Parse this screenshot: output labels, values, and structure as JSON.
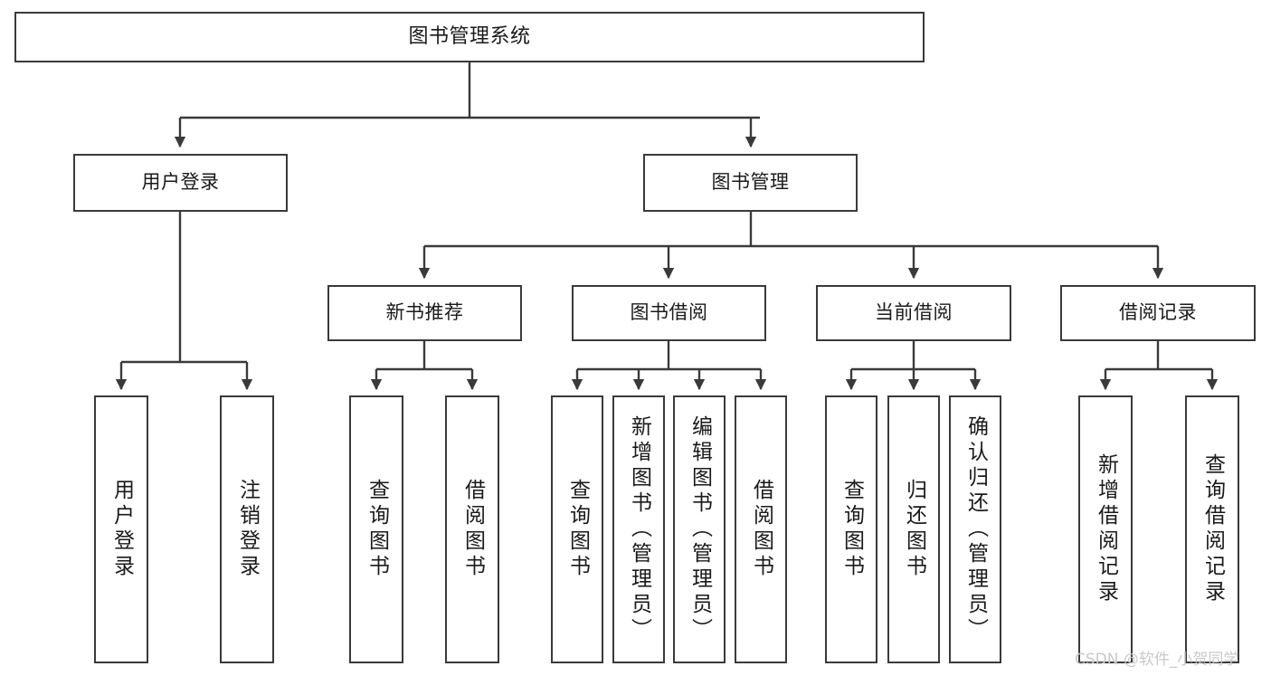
{
  "diagram": {
    "title": "图书管理系统",
    "type": "tree",
    "watermark": "CSDN @软件_小贺同学",
    "accent_border": "#3a3a3a",
    "node_fill": "#ffffff",
    "text_color": "#1a1a1a",
    "watermark_color": "#c9c9c9"
  },
  "nodes": {
    "root": {
      "label": "图书管理系统"
    },
    "level2": [
      {
        "label": "用户登录"
      },
      {
        "label": "图书管理"
      }
    ],
    "level3": [
      {
        "label": "新书推荐"
      },
      {
        "label": "图书借阅"
      },
      {
        "label": "当前借阅"
      },
      {
        "label": "借阅记录"
      }
    ],
    "leaves": {
      "user_login": [
        {
          "label": "用户登录"
        },
        {
          "label": "注销登录"
        }
      ],
      "new_book_recommend": [
        {
          "label": "查询图书"
        },
        {
          "label": "借阅图书"
        }
      ],
      "book_borrow": [
        {
          "label": "查询图书"
        },
        {
          "label": "新增图书（管理员）"
        },
        {
          "label": "编辑图书（管理员）"
        },
        {
          "label": "借阅图书"
        }
      ],
      "current_borrow": [
        {
          "label": "查询图书"
        },
        {
          "label": "归还图书"
        },
        {
          "label": "确认归还（管理员）"
        }
      ],
      "borrow_record": [
        {
          "label": "新增借阅记录"
        },
        {
          "label": "查询借阅记录"
        }
      ]
    }
  }
}
